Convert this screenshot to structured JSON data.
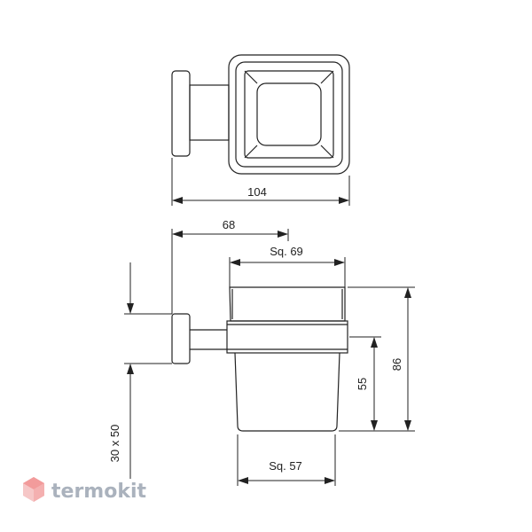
{
  "drawing": {
    "dim_width_top": "104",
    "dim_projection": "68",
    "dim_top_square": "Sq. 69",
    "dim_bottom_square": "Sq. 57",
    "dim_height_total": "86",
    "dim_height_cup": "55",
    "dim_wall_plate": "30 x 50"
  },
  "watermark": {
    "brand": "termokit"
  },
  "colors": {
    "line": "#222222",
    "logo_gray": "#aab2bd",
    "logo_red": "#f29b9b"
  }
}
